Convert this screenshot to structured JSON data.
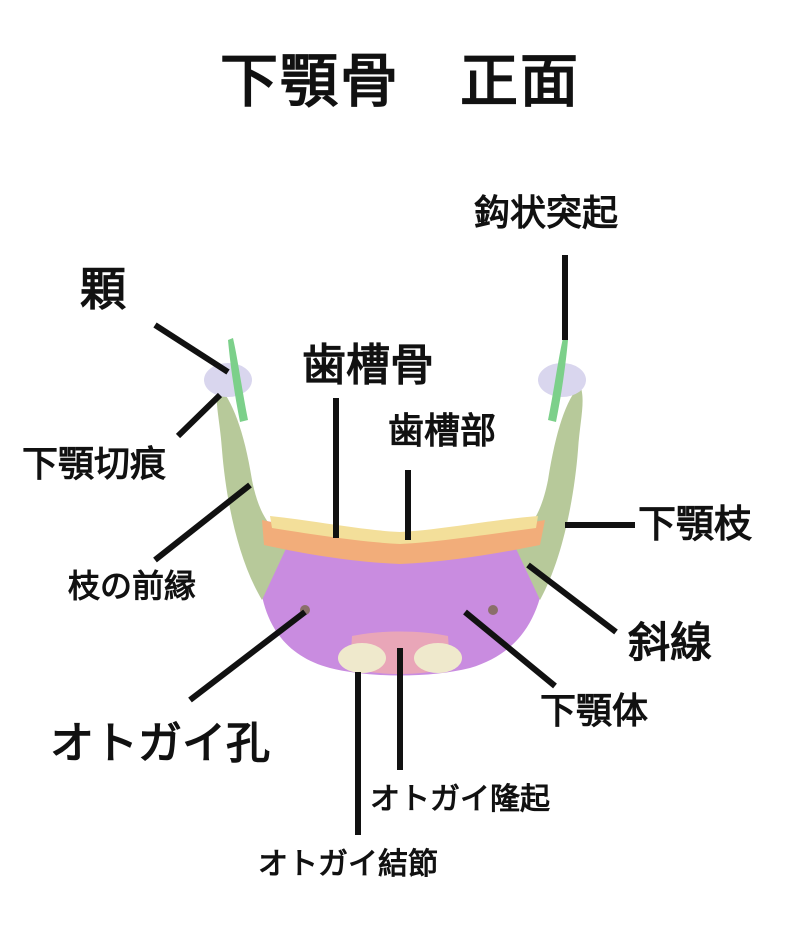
{
  "title": "下顎骨　正面",
  "colors": {
    "body": "#c98ce0",
    "ramus": "#b7c99a",
    "condyle": "#d9d6ee",
    "coronoid": "#7cd08a",
    "alveolar": "#f2ad7a",
    "teeth": "#f3df9a",
    "tubercle": "#efe9cc",
    "protuberance": "#e9a6b8",
    "leader": "#111111"
  },
  "labels": {
    "condyle": "顆",
    "coronoid": "鈎状突起",
    "alveolar_bone": "歯槽骨",
    "alveolar_part": "歯槽部",
    "notch": "下顎切痕",
    "ramus": "下顎枝",
    "anterior_border": "枝の前縁",
    "oblique_line": "斜線",
    "mental_foramen": "オトガイ孔",
    "body": "下顎体",
    "mental_protuberance": "オトガイ隆起",
    "mental_tubercle": "オトガイ結節"
  }
}
